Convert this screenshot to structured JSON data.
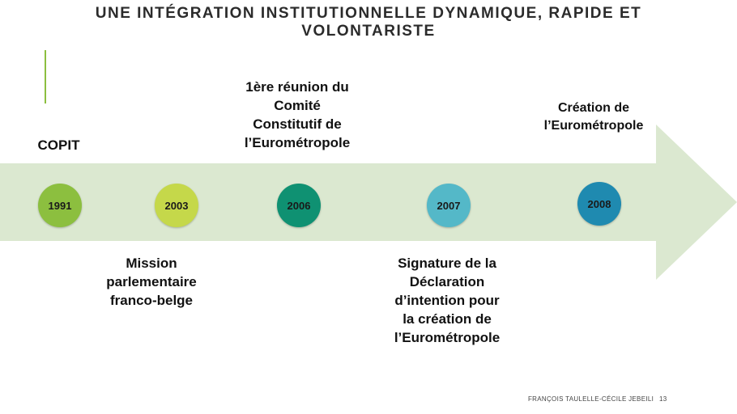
{
  "slide": {
    "title": "UNE INTÉGRATION INSTITUTIONNELLE  DYNAMIQUE, RAPIDE  ET\nVOLONTARISTE",
    "footer_author": "FRANÇOIS TAULELLE-CÉCILE JEBEILI",
    "page_number": "13"
  },
  "timeline": {
    "colors": {
      "arrow": "#dbe8d0",
      "y1991": "#8cbf3f",
      "y2003": "#c5d84a",
      "y2006": "#0f9172",
      "y2007": "#54b8c8",
      "y2008": "#1f8ab0"
    },
    "years": [
      "1991",
      "2003",
      "2006",
      "2007",
      "2008"
    ],
    "events": {
      "e1991": "COPIT",
      "e2003": "Mission\nparlementaire\nfranco-belge",
      "e2006": "1ère réunion du\nComité\nConstitutif de\nl’Eurométropole",
      "e2007": "Signature de la\nDéclaration\nd’intention pour\nla création de\nl’Eurométropole",
      "e2008": "Création de\nl’Eurométropole"
    }
  }
}
